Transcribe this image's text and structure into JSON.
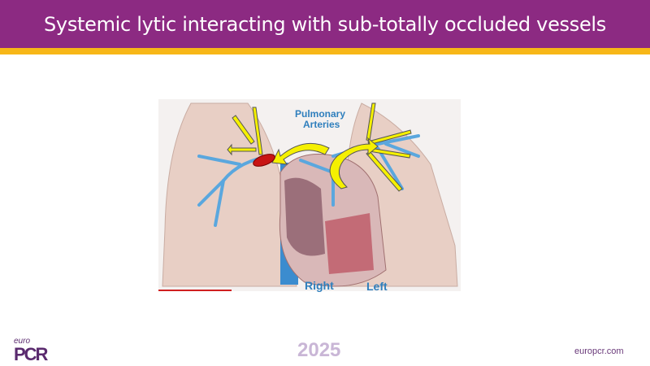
{
  "slide": {
    "title": "Systemic lytic interacting with sub-totally occluded vessels",
    "figure_labels": {
      "pulmonary": "Pulmonary",
      "arteries": "Arteries",
      "right": "Right",
      "left": "Left"
    }
  },
  "footer": {
    "logo_small": "euro",
    "logo_main": "PCR",
    "year": "2025",
    "website": "europcr.com"
  },
  "colors": {
    "header": "#8c2a82",
    "band": "#f7b718",
    "arrow": "#f5f000",
    "clot": "#c81414"
  }
}
